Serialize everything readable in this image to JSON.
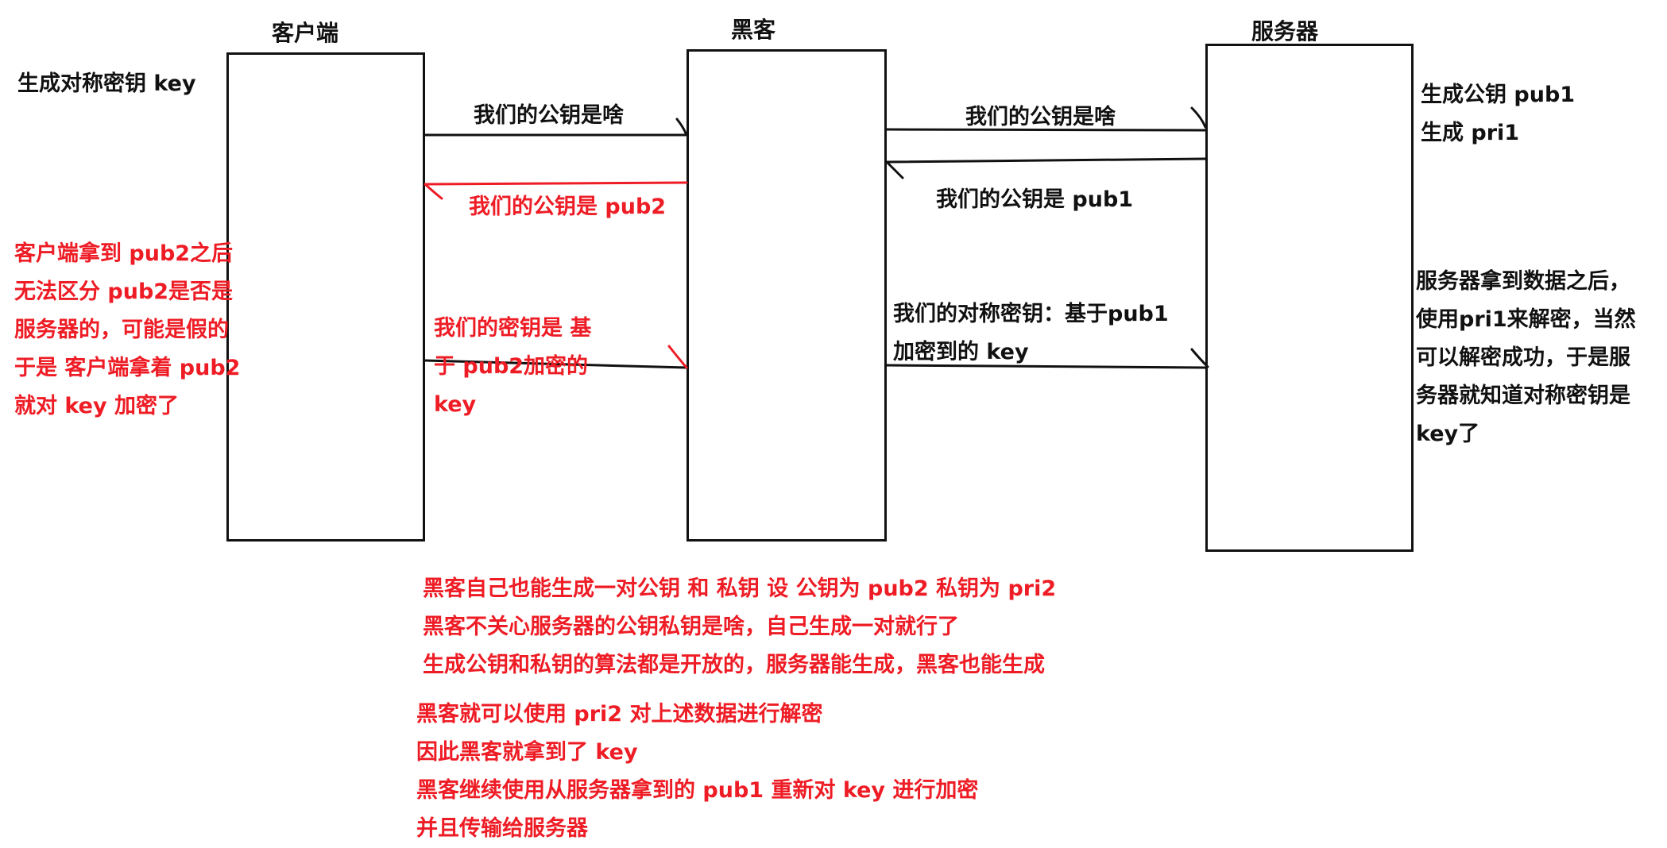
{
  "actors": {
    "client": "客户端",
    "hacker": "黑客",
    "server": "服务器"
  },
  "left_note": "生成对称密钥 key",
  "right_note": {
    "line1": "生成公钥 pub1",
    "line2": "生成 pri1"
  },
  "messages": {
    "client_to_hacker_ask": "我们的公钥是啥",
    "hacker_to_client_reply": "我们的公钥是 pub2",
    "hacker_to_server_ask": "我们的公钥是啥",
    "server_to_hacker_reply": "我们的公钥是 pub1",
    "client_key_lines": [
      "我们的密钥是 基",
      "于 pub2加密的",
      "key"
    ],
    "hacker_key_lines": [
      "我们的对称密钥：基于pub1",
      "加密到的 key"
    ]
  },
  "client_note_lines": [
    "客户端拿到 pub2之后",
    "无法区分 pub2是否是",
    "服务器的，可能是假的",
    "于是 客户端拿着 pub2",
    "就对 key 加密了"
  ],
  "server_note_lines": [
    "服务器拿到数据之后，",
    "使用pri1来解密，当然",
    "可以解密成功，于是服",
    "务器就知道对称密钥是",
    "key了"
  ],
  "bottom_notes_1": [
    "黑客自己也能生成一对公钥 和 私钥 设 公钥为 pub2 私钥为 pri2",
    "黑客不关心服务器的公钥私钥是啥，自己生成一对就行了",
    "生成公钥和私钥的算法都是开放的，服务器能生成，黑客也能生成"
  ],
  "bottom_notes_2": [
    "黑客就可以使用 pri2 对上述数据进行解密",
    "因此黑客就拿到了 key",
    "黑客继续使用从服务器拿到的 pub1 重新对 key 进行加密",
    "并且传输给服务器"
  ],
  "colors": {
    "ink": "#111111",
    "red": "#ee1c25",
    "background": "#ffffff"
  }
}
